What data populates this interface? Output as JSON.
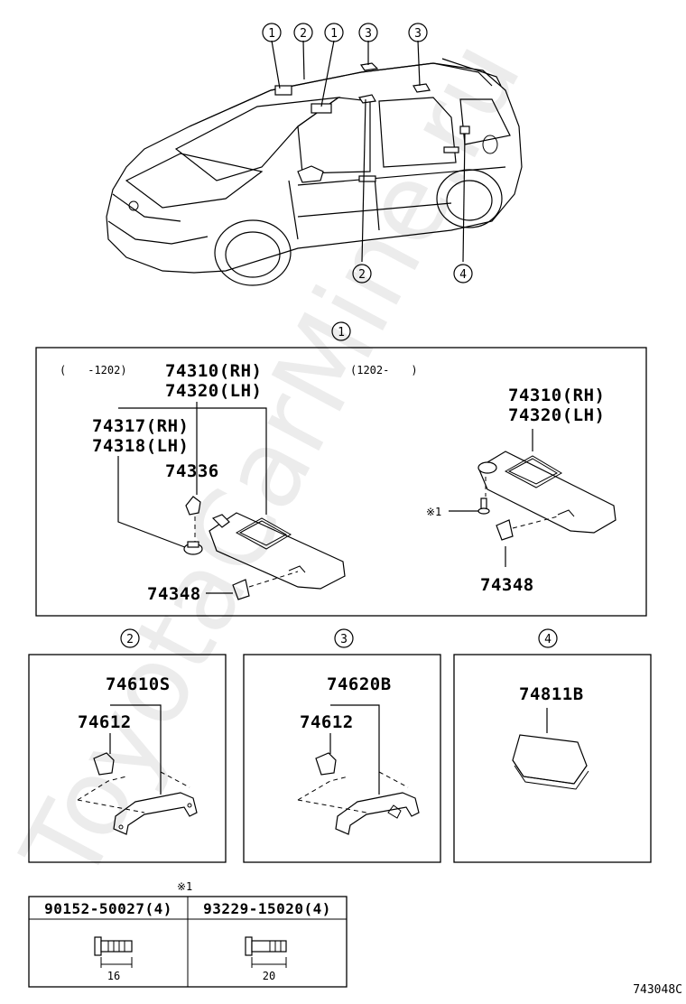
{
  "callouts": [
    "1",
    "2",
    "1",
    "3",
    "3",
    "2",
    "4"
  ],
  "section_markers": {
    "s1": "1",
    "s2": "2",
    "s3": "3",
    "s4": "4"
  },
  "section1": {
    "left_range": "(　　-1202)",
    "right_range": "(1202-　　)",
    "left": {
      "visor_rh": "74310(RH)",
      "visor_lh": "74320(LH)",
      "holder_rh": "74317(RH)",
      "holder_lh": "74318(LH)",
      "clip": "74336",
      "hook": "74348"
    },
    "right": {
      "visor_rh": "74310(RH)",
      "visor_lh": "74320(LH)",
      "note_ref": "※1",
      "hook": "74348"
    }
  },
  "section2": {
    "grip": "74610S",
    "cap": "74612"
  },
  "section3": {
    "grip": "74620B",
    "cap": "74612"
  },
  "section4": {
    "lamp": "74811B"
  },
  "fasteners": {
    "note": "※1",
    "items": [
      {
        "part": "90152-50027(4)",
        "length": "16"
      },
      {
        "part": "93229-15020(4)",
        "length": "20"
      }
    ]
  },
  "figure_code": "743048C",
  "watermark": "ToyotaCarMine.ru"
}
